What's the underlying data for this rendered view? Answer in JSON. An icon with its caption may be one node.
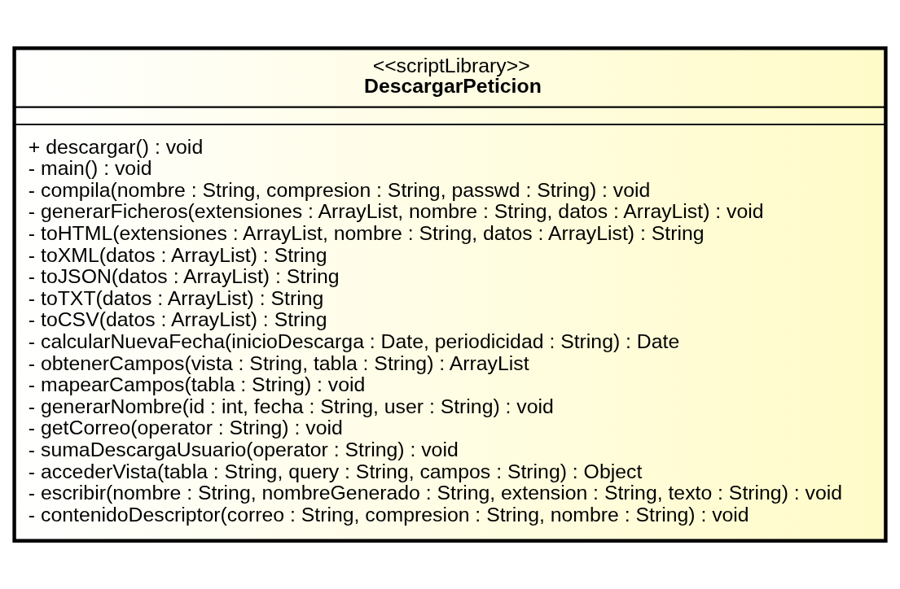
{
  "diagram": {
    "nodes": [
      {
        "text": [
          "<<scriptLibrary>>",
          "DescargarPeticion",
          "+ descargar() : void",
          "- main() : void",
          "- compila(nombre : String, compresion : String, passwd : String) : void",
          "- generarFicheros(extensiones : ArrayList, nombre : String, datos : ArrayList) : void",
          "- toHTML(extensiones : ArrayList, nombre : String, datos : ArrayList) : String",
          "- toXML(datos : ArrayList) : String",
          "- toJSON(datos : ArrayList) : String",
          "- toTXT(datos : ArrayList) : String",
          "- toCSV(datos : ArrayList) : String",
          "- calcularNuevaFecha(inicioDescarga : Date, periodicidad : String) : Date",
          "- obtenerCampos(vista : String, tabla : String) : ArrayList",
          "- mapearCampos(tabla : String) : void",
          "- generarNombre(id : int, fecha : String, user : String) : void",
          "- getCorreo(operator : String) : void",
          "- sumaDescargaUsuario(operator : String) : void",
          "- accederVista(tabla : String, query : String, campos : String) : Object",
          "- escribir(nombre : String, nombreGenerado : String, extension : String, texto : String) : void",
          "- contenidoDescriptor(correo : String, compresion : String, nombre : String) : void"
        ]
      }
    ],
    "edges": []
  }
}
